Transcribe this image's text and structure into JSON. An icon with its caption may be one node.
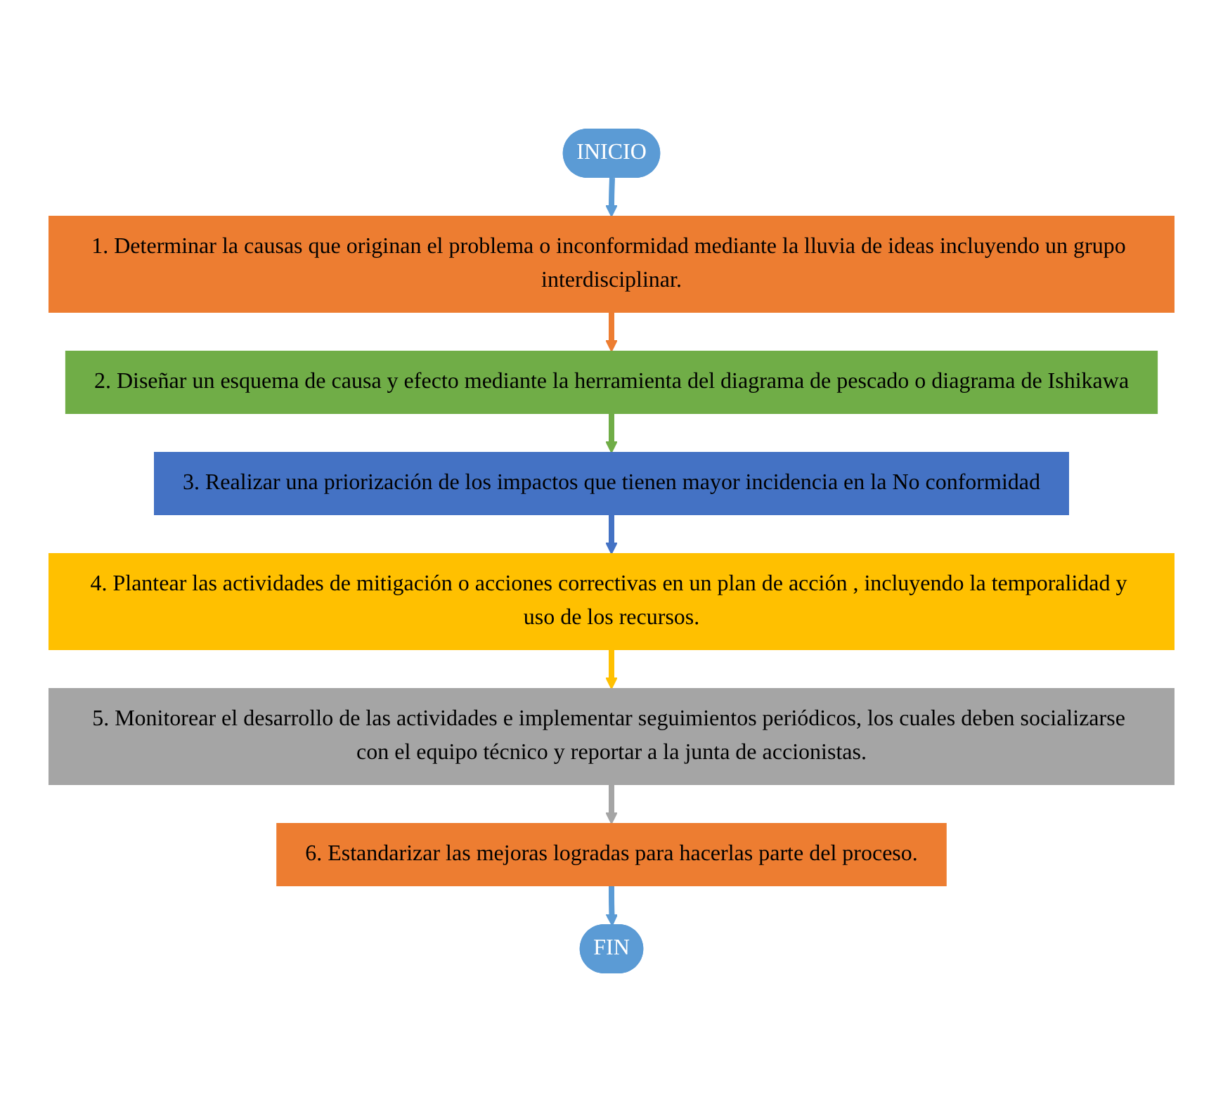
{
  "diagram": {
    "nodes": [
      {
        "text": [
          "INICIO"
        ]
      },
      {
        "text": [
          "1. Determinar la causas que originan el problema o inconformidad mediante la lluvia de ideas incluyendo un grupo interdisciplinar."
        ]
      },
      {
        "text": [
          "2. Diseñar un esquema de causa y efecto mediante la herramienta del diagrama de pescado o diagrama de Ishikawa"
        ]
      },
      {
        "text": [
          "3. Realizar una priorización de los impactos que tienen mayor incidencia en la No conformidad"
        ]
      },
      {
        "text": [
          "4. Plantear las actividades de mitigación o acciones correctivas en un plan de acción , incluyendo la temporalidad y uso de los recursos."
        ]
      },
      {
        "text": [
          "5. Monitorear el desarrollo de las actividades e implementar seguimientos periódicos, los cuales deben socializarse con el equipo técnico y reportar a la junta de accionistas."
        ]
      },
      {
        "text": [
          "6. Estandarizar las mejoras logradas para hacerlas parte del proceso."
        ]
      },
      {
        "text": [
          "FIN"
        ]
      }
    ],
    "edges": [
      {
        "from": 0,
        "to": 1,
        "arrow": "to"
      },
      {
        "from": 1,
        "to": 2,
        "arrow": "to",
        "color": "#ed7d31"
      },
      {
        "from": 2,
        "to": 3,
        "arrow": "to",
        "color": "#70ad47"
      },
      {
        "from": 3,
        "to": 4,
        "arrow": "to",
        "color": "#4472c4"
      },
      {
        "from": 4,
        "to": 5,
        "arrow": "to",
        "color": "#ffc000"
      },
      {
        "from": 5,
        "to": 6,
        "arrow": "to",
        "color": "#a5a5a5"
      },
      {
        "from": 6,
        "to": 7,
        "arrow": "to"
      }
    ]
  }
}
